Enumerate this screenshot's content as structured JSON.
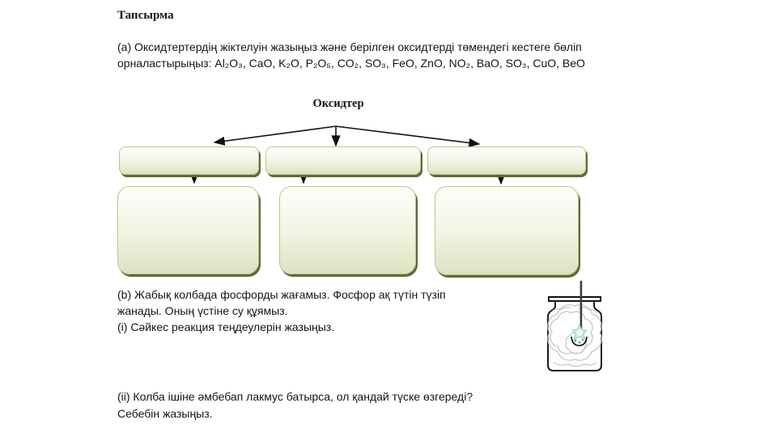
{
  "document": {
    "title": "Тапсырма",
    "task_a": {
      "lines": [
        "(а) Оксидтертердің жіктелуін жазыңыз және берілген оксидтерді төмендегі кестеге бөліп",
        "орналастырыңыз: Al₂O₃, CaO, K₂O, P₂O₅, CO₂, SO₃, FeO, ZnO, NO₂, BaO, SO₃, CuO, BeO"
      ],
      "oxide_list": [
        "Al₂O₃",
        "CaO",
        "K₂O",
        "P₂O₅",
        "CO₂",
        "SO₃",
        "FeO",
        "ZnO",
        "NO₂",
        "BaO",
        "SO₃",
        "CuO",
        "BeO"
      ]
    },
    "diagram": {
      "title": "Оксидтер",
      "category_boxes": [
        {
          "label": ""
        },
        {
          "label": ""
        },
        {
          "label": ""
        }
      ],
      "answer_boxes": [
        {
          "label": ""
        },
        {
          "label": ""
        },
        {
          "label": ""
        }
      ]
    },
    "task_b": {
      "lines": [
        "(b) Жабық колбада фосфорды жағамыз. Фосфор ақ түтін түзіп",
        "жанады. Оның үстіне су құямыз.",
        "(i) Сәйкес реакция теңдеулерін жазыңыз."
      ]
    },
    "task_ii": {
      "lines": [
        "(ii) Колба ішіне әмбебап лакмус батырса, ол қандай түске өзгереді?",
        "Себебін жазыңыз."
      ]
    },
    "illustration": {
      "name": "phosphorus-burning-in-closed-jar",
      "description": "jar with lid, rod with deflagrating spoon, glowing substance, white smoke swirls"
    },
    "colors": {
      "box_fill_top": "#fefefb",
      "box_fill_bottom": "#dce3c2",
      "box_border": "#bcc48e",
      "box_shadow": "#5d6b37",
      "arrow": "#111111",
      "smoke": "#c6c6c6",
      "flame": "#a9ddd4"
    }
  }
}
